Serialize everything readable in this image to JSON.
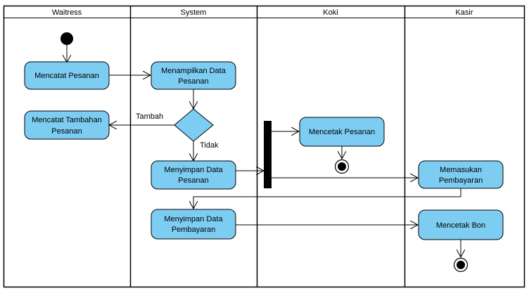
{
  "lanes": {
    "waitress": "Waitress",
    "system": "System",
    "koki": "Koki",
    "kasir": "Kasir"
  },
  "activities": {
    "mencatat_pesanan": [
      "Mencatat Pesanan"
    ],
    "menampilkan_data_pesanan": [
      "Menampilkan Data",
      "Pesanan"
    ],
    "mencatat_tambahan_pesanan": [
      "Mencatat Tambahan",
      "Pesanan"
    ],
    "menyimpan_data_pesanan": [
      "Menyimpan Data",
      "Pesanan"
    ],
    "menyimpan_data_pembayaran": [
      "Menyimpan Data",
      "Pembayaran"
    ],
    "mencetak_pesanan": [
      "Mencetak Pesanan"
    ],
    "memasukan_pembayaran": [
      "Memasukan",
      "Pembayaran"
    ],
    "mencetak_bon": [
      "Mencetak Bon"
    ]
  },
  "guards": {
    "tambah": "Tambah",
    "tidak": "Tidak"
  },
  "colors": {
    "activity_fill": "#7dcdf3",
    "header_fill": "#ffffff",
    "stroke": "#000000"
  }
}
